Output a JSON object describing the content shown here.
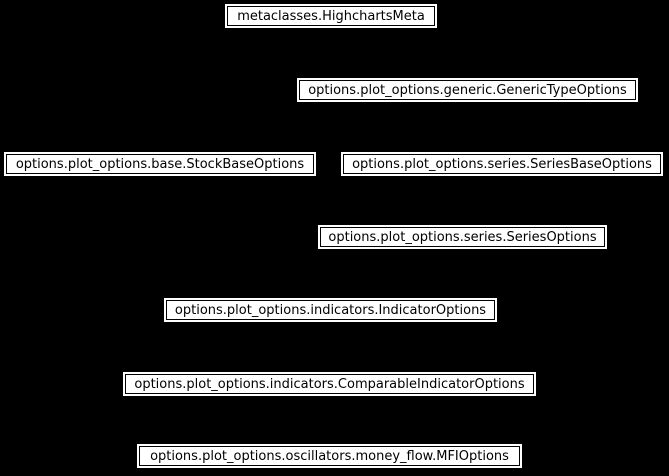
{
  "diagram": {
    "type": "inheritance-diagram",
    "background_color": "#000000",
    "node_fill_color": "#ffffff",
    "node_border_color": "#000000",
    "node_text_color": "#000000",
    "nodes": [
      {
        "label": "metaclasses.HighchartsMeta"
      },
      {
        "label": "options.plot_options.generic.GenericTypeOptions"
      },
      {
        "label": "options.plot_options.base.StockBaseOptions"
      },
      {
        "label": "options.plot_options.series.SeriesBaseOptions"
      },
      {
        "label": "options.plot_options.series.SeriesOptions"
      },
      {
        "label": "options.plot_options.indicators.IndicatorOptions"
      },
      {
        "label": "options.plot_options.indicators.ComparableIndicatorOptions"
      },
      {
        "label": "options.plot_options.oscillators.money_flow.MFIOptions"
      }
    ]
  }
}
